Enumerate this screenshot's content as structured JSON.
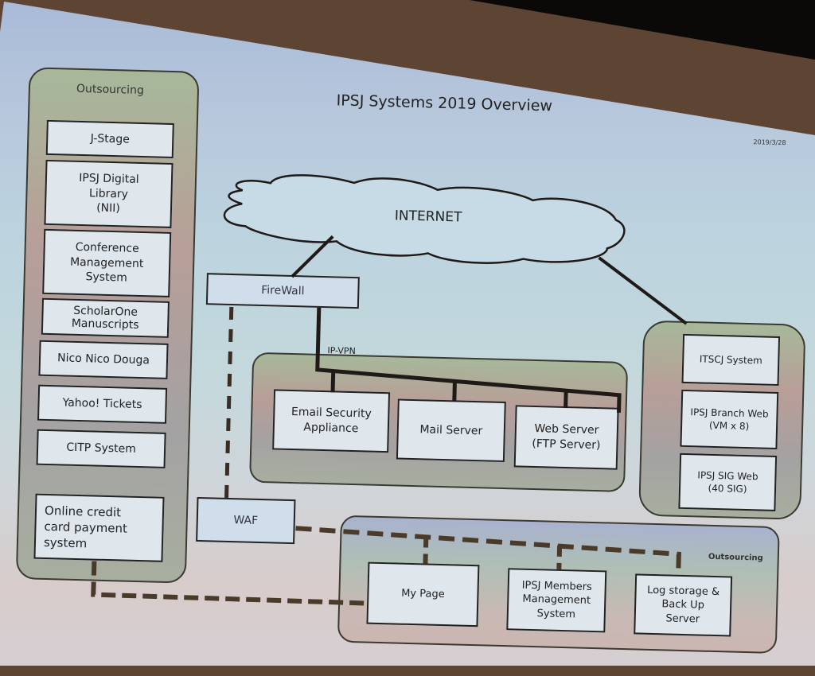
{
  "slide": {
    "title": "IPSJ Systems 2019 Overview",
    "date": "2019/3/28"
  },
  "internet": {
    "label": "INTERNET"
  },
  "firewall": {
    "label": "FireWall"
  },
  "waf": {
    "label": "WAF"
  },
  "ip_vpn_label": "IP-VPN",
  "left_outsourcing": {
    "label": "Outsourcing",
    "items": [
      {
        "label": "J-Stage"
      },
      {
        "label": "IPSJ Digital\nLibrary\n(NII)"
      },
      {
        "label": "Conference\nManagement\nSystem"
      },
      {
        "label": "ScholarOne\nManuscripts"
      },
      {
        "label": "Nico Nico Douga"
      },
      {
        "label": "Yahoo! Tickets"
      },
      {
        "label": "CITP System"
      },
      {
        "label": "Online credit\ncard payment\nsystem"
      }
    ]
  },
  "ipvpn_group": {
    "items": [
      {
        "label": "Email Security\nAppliance"
      },
      {
        "label": "Mail Server"
      },
      {
        "label": "Web Server\n(FTP Server)"
      }
    ]
  },
  "right_group": {
    "items": [
      {
        "label": "ITSCJ System"
      },
      {
        "label": "IPSJ Branch Web\n(VM x 8)"
      },
      {
        "label": "IPSJ SIG Web\n(40 SIG)"
      }
    ]
  },
  "bottom_outsourcing": {
    "label": "Outsourcing",
    "items": [
      {
        "label": "My Page"
      },
      {
        "label": "IPSJ Members\nManagement\nSystem"
      },
      {
        "label": "Log storage &\nBack Up\nServer"
      }
    ]
  },
  "colors": {
    "line": "#1f1a17",
    "dashed_line": "#4a3a2a",
    "box_border": "#222222",
    "group_border": "#3a3a30"
  }
}
